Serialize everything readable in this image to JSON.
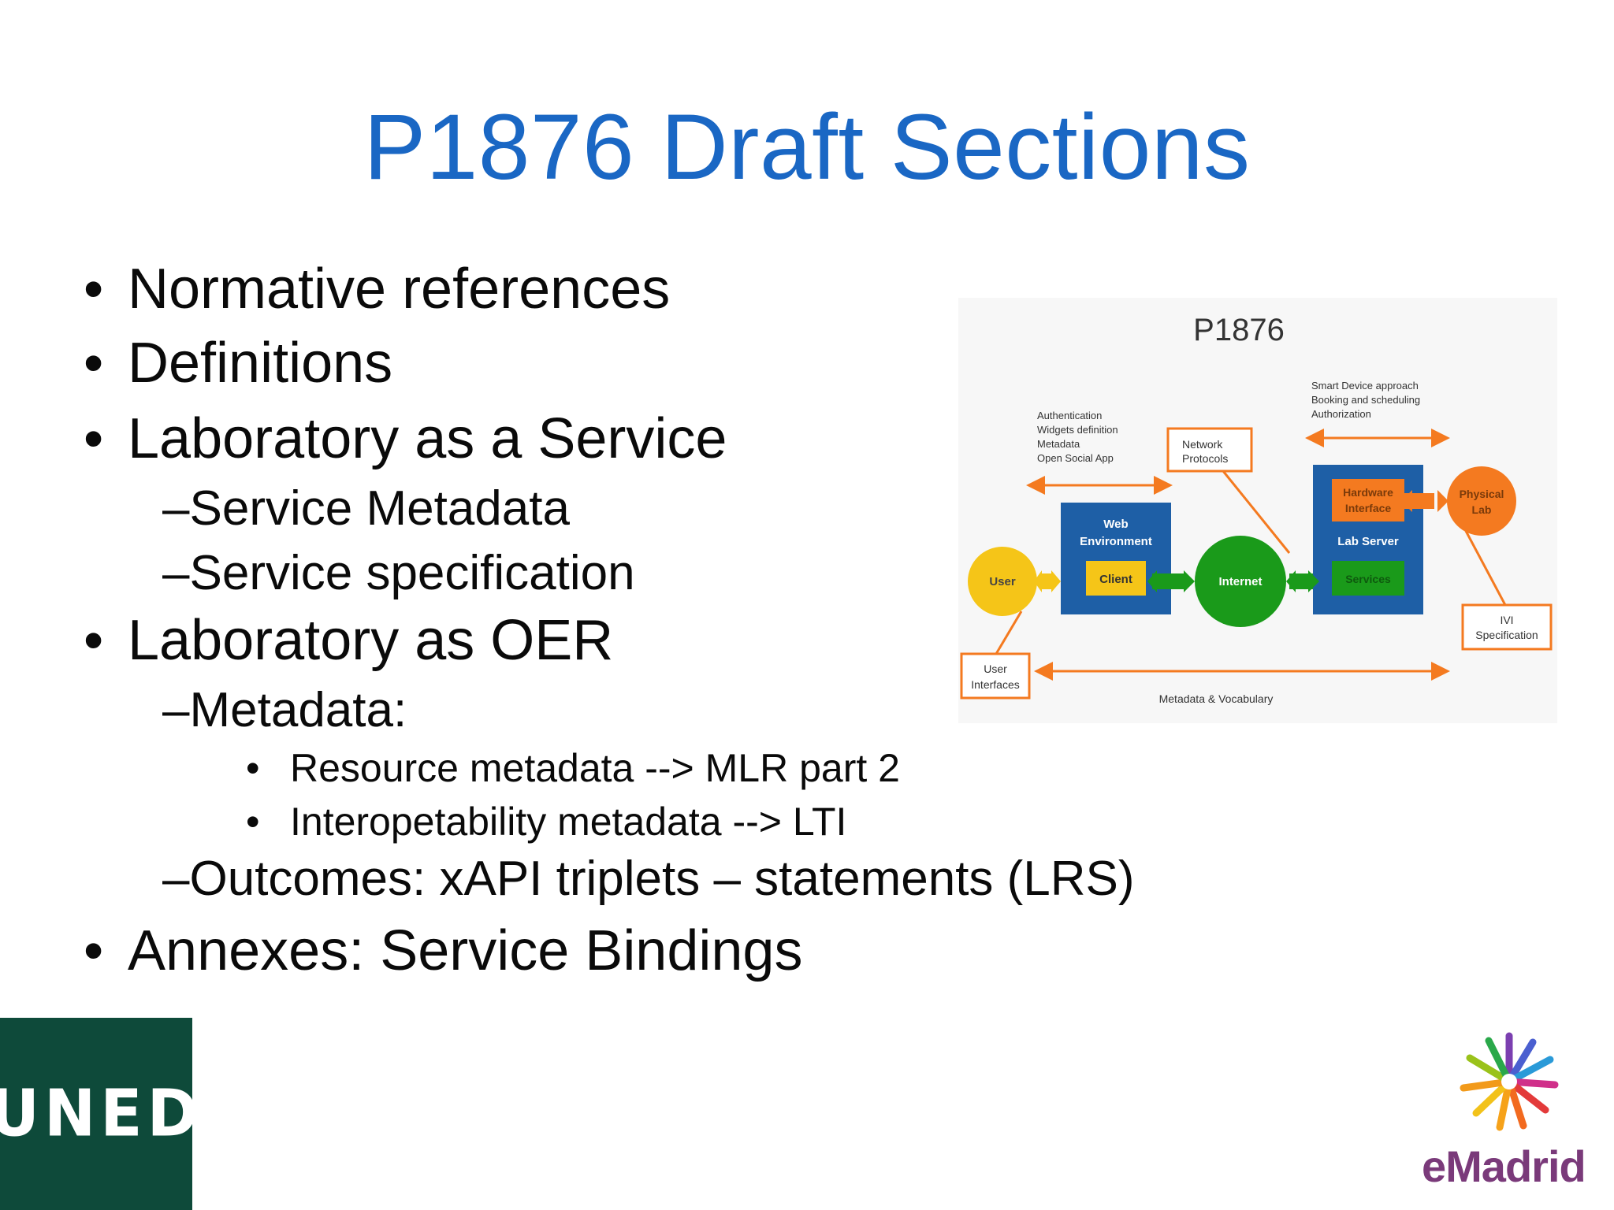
{
  "slide": {
    "title": "P1876 Draft Sections",
    "bullet_glyph": "•",
    "dash_glyph": "–",
    "bullets": [
      {
        "level": 1,
        "text": "Normative references"
      },
      {
        "level": 1,
        "text": "Definitions"
      },
      {
        "level": 1,
        "text": "Laboratory as a Service"
      },
      {
        "level": 2,
        "text": "Service Metadata"
      },
      {
        "level": 2,
        "text": "Service specification"
      },
      {
        "level": 1,
        "text": "Laboratory as OER"
      },
      {
        "level": 2,
        "text": "Metadata:"
      },
      {
        "level": 3,
        "text": "Resource metadata --> MLR part 2"
      },
      {
        "level": 3,
        "text": "Interopetability metadata --> LTI"
      },
      {
        "level": 2,
        "text": "Outcomes: xAPI triplets – statements (LRS)"
      },
      {
        "level": 1,
        "text": "Annexes: Service Bindings"
      }
    ]
  },
  "diagram": {
    "title": "P1876",
    "auth_notes": [
      "Authentication",
      "Widgets definition",
      "Metadata",
      "Open Social App"
    ],
    "smart_notes": [
      "Smart Device approach",
      "Booking and scheduling",
      "Authorization"
    ],
    "network_protocols": [
      "Network",
      "Protocols"
    ],
    "user": "User",
    "web_env": [
      "Web",
      "Environment"
    ],
    "client": "Client",
    "internet": "Internet",
    "hardware_interface": [
      "Hardware",
      "Interface"
    ],
    "lab_server": "Lab Server",
    "services": "Services",
    "physical_lab": [
      "Physical",
      "Lab"
    ],
    "ivi_spec": [
      "IVI",
      "Specification"
    ],
    "user_interfaces": [
      "User",
      "Interfaces"
    ],
    "metadata_vocab": "Metadata & Vocabulary",
    "colors": {
      "orange": "#f47a20",
      "blue": "#1e5fa6",
      "green": "#1a9a1a",
      "yellow": "#f5c518"
    }
  },
  "logos": {
    "uned": "UNED",
    "emadrid": "eMadrid"
  }
}
